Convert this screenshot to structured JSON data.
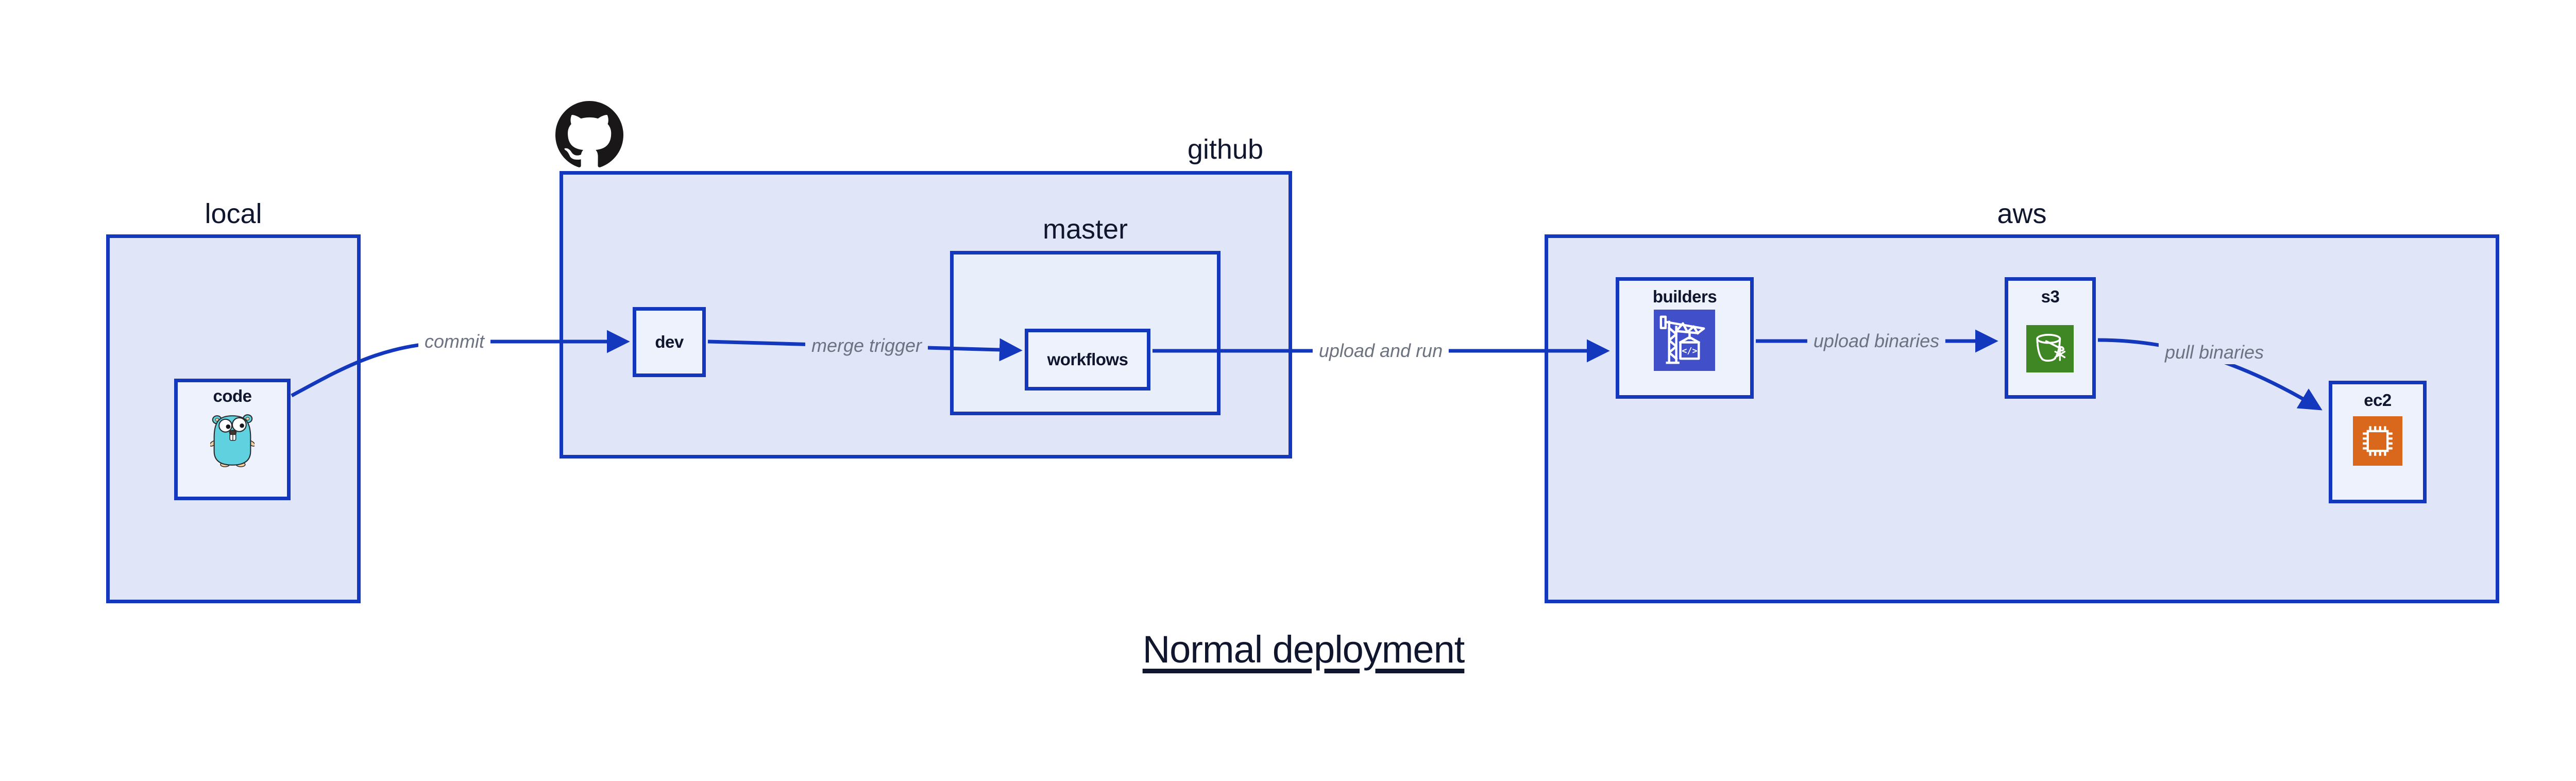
{
  "title": "Normal deployment",
  "containers": {
    "local": {
      "label": "local"
    },
    "github": {
      "label": "github"
    },
    "master": {
      "label": "master"
    },
    "aws": {
      "label": "aws"
    }
  },
  "nodes": {
    "code": {
      "label": "code",
      "icon": "go-gopher-icon"
    },
    "dev": {
      "label": "dev"
    },
    "workflows": {
      "label": "workflows"
    },
    "builders": {
      "label": "builders",
      "icon": "aws-codebuild-icon"
    },
    "s3": {
      "label": "s3",
      "icon": "aws-s3-glacier-icon"
    },
    "ec2": {
      "label": "ec2",
      "icon": "aws-ec2-icon"
    }
  },
  "edges": {
    "commit": {
      "label": "commit"
    },
    "merge_trigger": {
      "label": "merge trigger"
    },
    "upload_and_run": {
      "label": "upload and run"
    },
    "upload_binaries": {
      "label": "upload binaries"
    },
    "pull_binaries": {
      "label": "pull binaries"
    }
  },
  "icons": {
    "github_logo": "github-octocat-logo"
  },
  "colors": {
    "border": "#1337bd",
    "container_fill": "#e0e6f8",
    "nested_fill": "#e9eefb",
    "node_fill": "#eef2fc",
    "text": "#10162e",
    "edge_label": "#6d7280",
    "builders_icon_bg": "#4150c8",
    "s3_icon_bg": "#3f8624",
    "ec2_icon_bg": "#d9671c",
    "github_logo": "#191717",
    "gopher_body": "#60d1de",
    "gopher_skin": "#f3cf9f"
  }
}
